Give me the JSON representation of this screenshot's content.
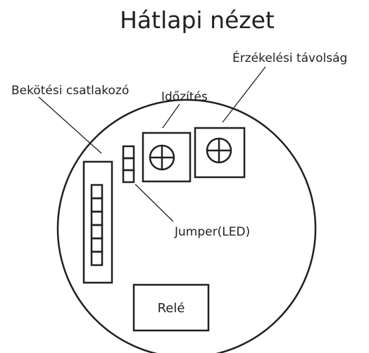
{
  "title": "Hátlapi nézet",
  "labels": {
    "terminal": "Bekötési csatlakozó",
    "timer": "Időzítés",
    "range": "Érzékelési távolság",
    "jumper": "Jumper(LED)",
    "relay": "Relé"
  },
  "colors": {
    "stroke": "#231f20",
    "background": "#ffffff"
  }
}
